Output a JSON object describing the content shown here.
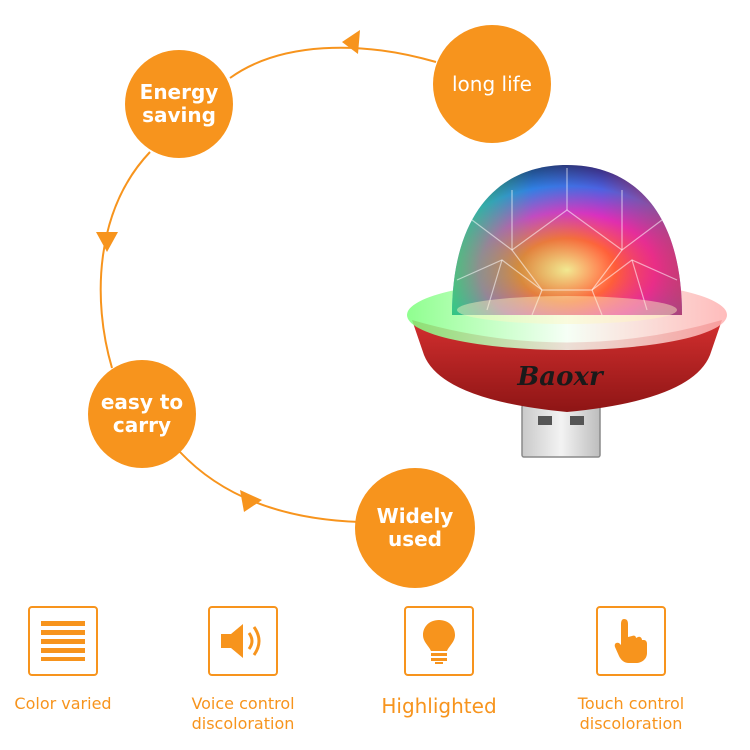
{
  "cycle": {
    "energy_saving": "Energy\nsaving",
    "long_life": "long life",
    "easy_to_carry": "easy to\ncarry",
    "widely_used": "Widely\nused"
  },
  "product": {
    "brand": "Baoxr"
  },
  "features": [
    {
      "label": "Color varied",
      "icon": "lines-icon"
    },
    {
      "label": "Voice control\ndiscoloration",
      "icon": "speaker-icon"
    },
    {
      "label": "Highlighted",
      "icon": "light-bulb-icon"
    },
    {
      "label": "Touch control\ndiscoloration",
      "icon": "pointing-finger-icon"
    }
  ],
  "colors": {
    "accent": "#f7941d",
    "lamp_base": "#b71c1c"
  }
}
